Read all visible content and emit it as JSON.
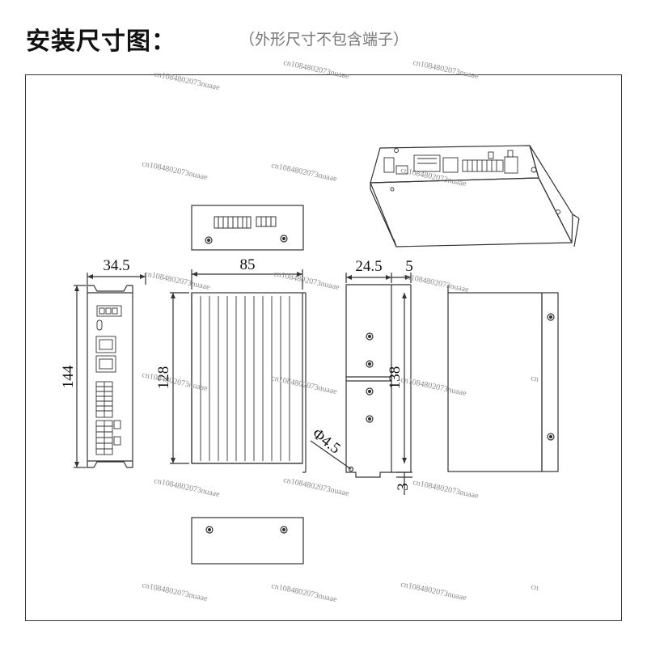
{
  "title": "安装尺寸图：",
  "subtitle": "（外形尺寸不包含端子）",
  "dimensions": {
    "front_width": "34.5",
    "front_height": "144",
    "side_width": "85",
    "side_height": "128",
    "rear_width": "24.5",
    "rear_offset": "5",
    "rear_height": "138",
    "hole_diameter": "Φ4.5",
    "bottom_offset": "3"
  },
  "watermarks": [
    "cn1084802073nuaae",
    "cn1084802073nuaae",
    "cn1084802073nuaae",
    "cn1084802073nuaae",
    "cn1084802073nuaae",
    "cn1084802073nuaae",
    "cn1084802073nuaae",
    "cn1084802073nuaae",
    "cn1084802073nuaae",
    "cn1084802073nuaae",
    "cn1084802073nuaae",
    "cn1084802073nuaae",
    "cn1084802073nuaae",
    "cn1084802073nuaae",
    "cn1084802073nuaae",
    "cn",
    "cn"
  ],
  "colors": {
    "line": "#333333",
    "title": "#111111",
    "subtitle": "#777777",
    "watermark": "#8a8a8a"
  }
}
